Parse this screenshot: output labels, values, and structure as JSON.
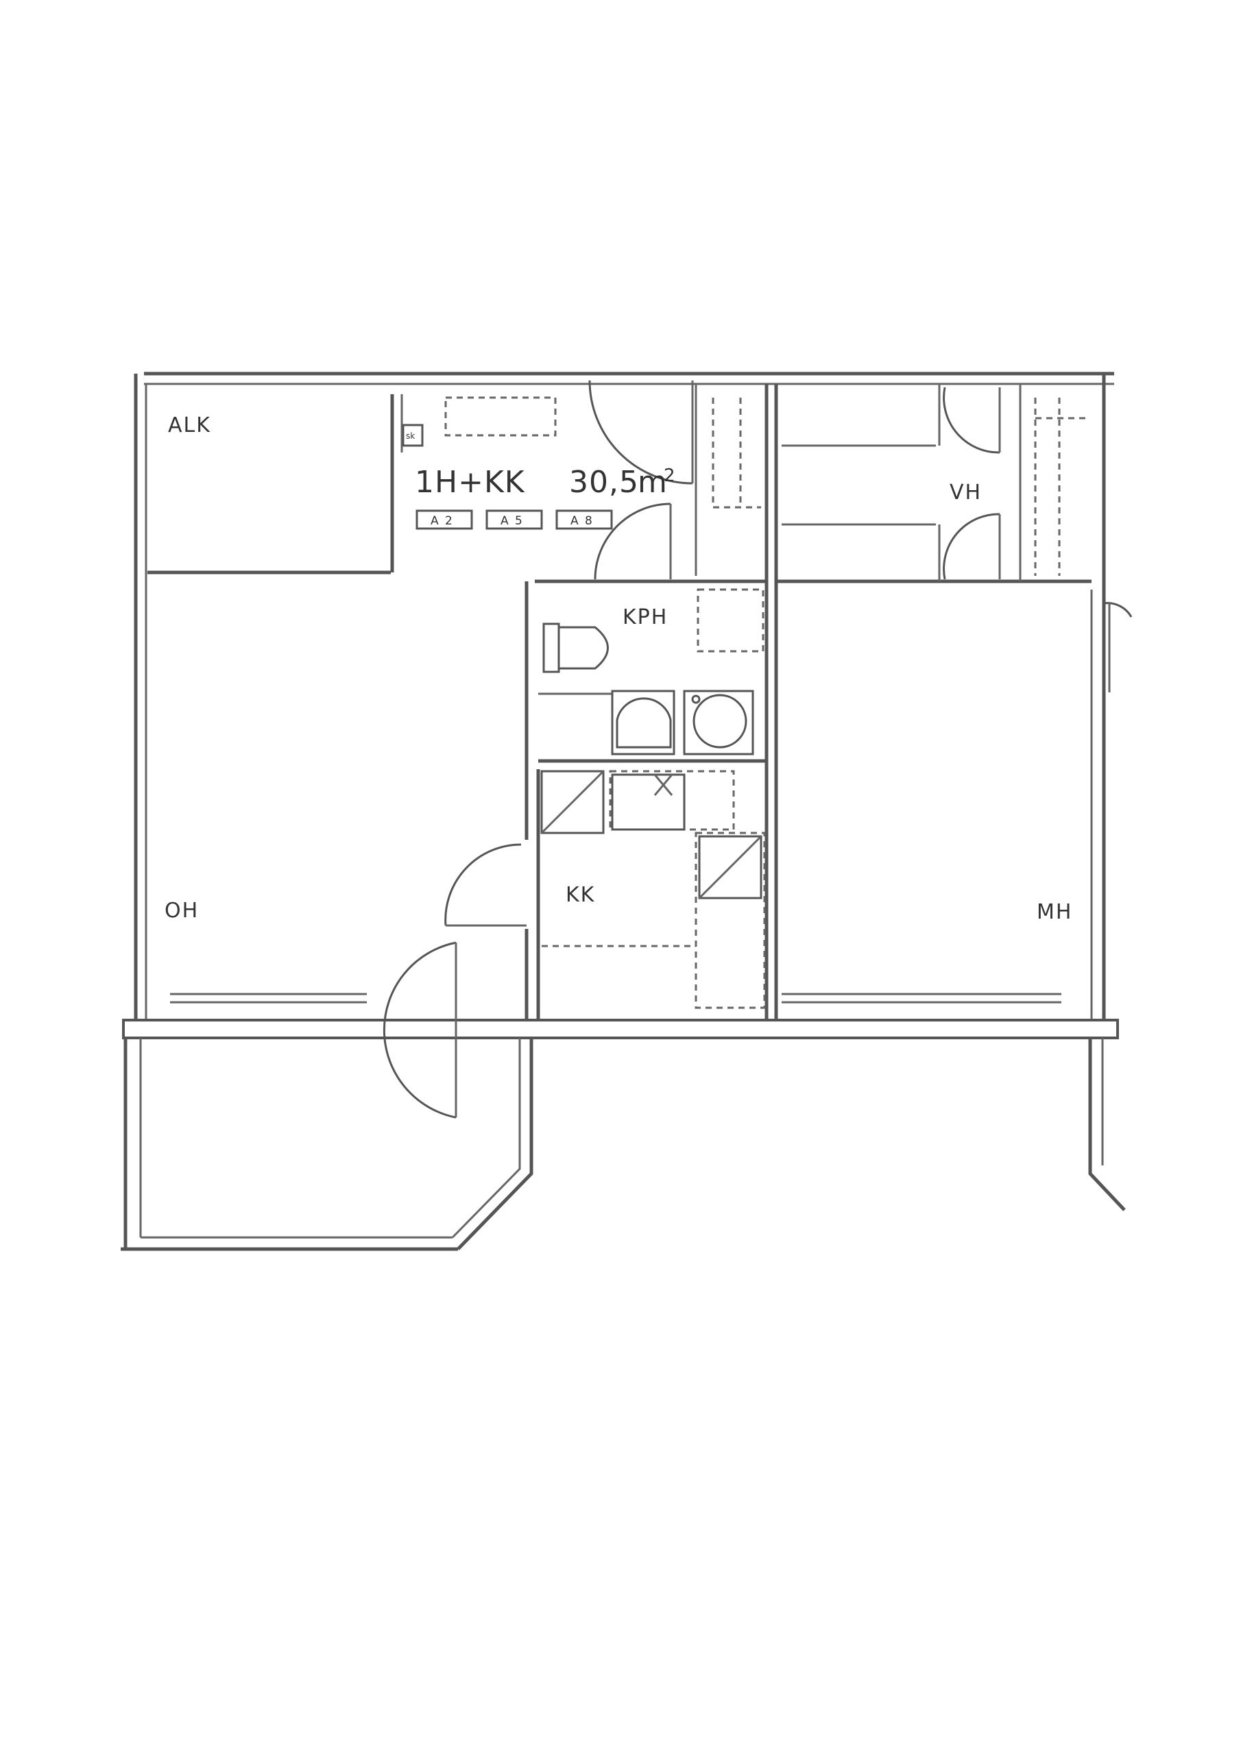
{
  "apartment": {
    "type_label": "1H+KK",
    "area_value": "30,5",
    "area_unit": "m",
    "area_superscript": "2",
    "codes": [
      "A 2",
      "A 5",
      "A 8"
    ]
  },
  "rooms": {
    "alk": "ALK",
    "kph": "KPH",
    "vh": "VH",
    "oh": "OH",
    "kk": "KK",
    "mh": "MH"
  },
  "fixtures": {
    "cabinet_mark": "sk"
  },
  "colors": {
    "line": "#555555",
    "paper": "#ffffff"
  }
}
